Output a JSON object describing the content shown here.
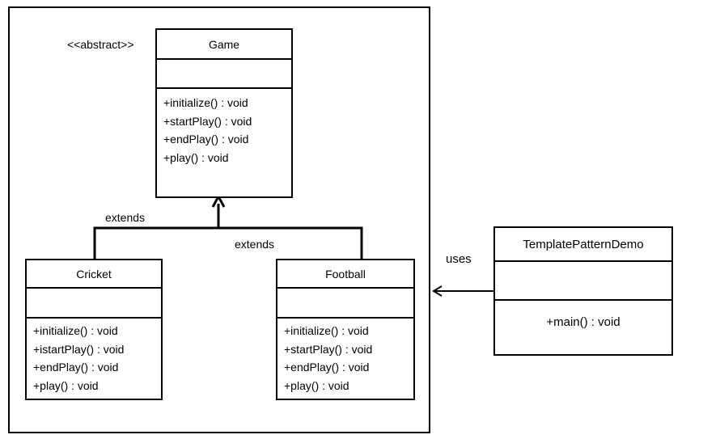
{
  "stereotype": "<<abstract>>",
  "classes": {
    "game": {
      "name": "Game",
      "operations": [
        "+initialize()  : void",
        "+startPlay() : void",
        "+endPlay()  : void",
        "+play() : void"
      ]
    },
    "cricket": {
      "name": "Cricket",
      "operations": [
        "+initialize()  : void",
        "+istartPlay()  : void",
        "+endPlay()  : void",
        "+play()  : void"
      ]
    },
    "football": {
      "name": "Football",
      "operations": [
        "+initialize()  : void",
        "+startPlay()  : void",
        "+endPlay()  : void",
        "+play()  : void"
      ]
    },
    "demo": {
      "name": "TemplatePatternDemo",
      "operations": [
        "+main()  : void"
      ]
    }
  },
  "relations": {
    "extends_left": "extends",
    "extends_right": "extends",
    "uses": "uses"
  }
}
